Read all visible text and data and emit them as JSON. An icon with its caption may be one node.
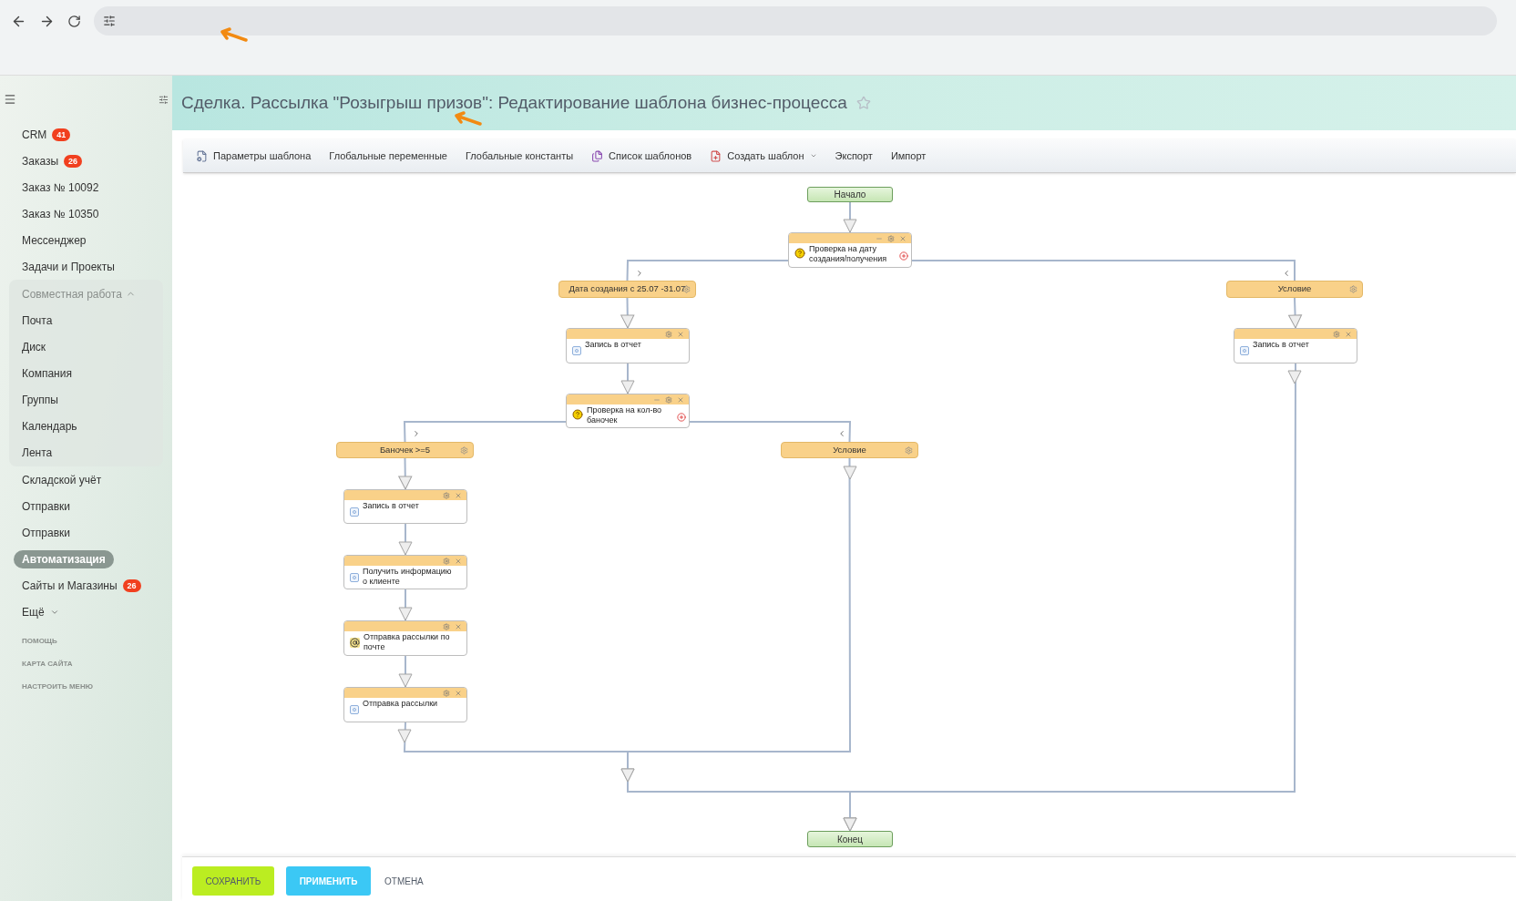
{
  "diagram": {
    "title": "Сделка. Рассылка \"Розыгрыш призов\": Редактирование шаблона бизнес-процесса",
    "nodes": [
      {
        "text": [
          "Начало"
        ]
      },
      {
        "text": [
          "Проверка на дату создания/получения"
        ]
      },
      {
        "text": [
          "Дата создания с 25.07 -31.07"
        ]
      },
      {
        "text": [
          "Условие"
        ]
      },
      {
        "text": [
          "Запись в отчет"
        ]
      },
      {
        "text": [
          "Запись в отчет"
        ]
      },
      {
        "text": [
          "Проверка на кол-во баночек"
        ]
      },
      {
        "text": [
          "Баночек >=5"
        ]
      },
      {
        "text": [
          "Условие"
        ]
      },
      {
        "text": [
          "Запись в отчет"
        ]
      },
      {
        "text": [
          "Получить информацию о клиенте"
        ]
      },
      {
        "text": [
          "Отправка рассылки по почте"
        ]
      },
      {
        "text": [
          "Отправка рассылки"
        ]
      },
      {
        "text": [
          "Конец"
        ]
      }
    ],
    "edges": [
      {
        "from": 0,
        "to": 1,
        "arrow": "to"
      },
      {
        "from": 1,
        "to": 2,
        "arrow": "none"
      },
      {
        "from": 1,
        "to": 3,
        "arrow": "none"
      },
      {
        "from": 2,
        "to": 4,
        "arrow": "to"
      },
      {
        "from": 4,
        "to": 6,
        "arrow": "to"
      },
      {
        "from": 3,
        "to": 5,
        "arrow": "to"
      },
      {
        "from": 6,
        "to": 7,
        "arrow": "none"
      },
      {
        "from": 6,
        "to": 8,
        "arrow": "none"
      },
      {
        "from": 7,
        "to": 9,
        "arrow": "to"
      },
      {
        "from": 9,
        "to": 10,
        "arrow": "to"
      },
      {
        "from": 10,
        "to": 11,
        "arrow": "to"
      },
      {
        "from": 11,
        "to": 12,
        "arrow": "to"
      },
      {
        "from": 12,
        "to": 13,
        "arrow": "to"
      },
      {
        "from": 8,
        "to": 13,
        "arrow": "to"
      },
      {
        "from": 5,
        "to": 13,
        "arrow": "to"
      }
    ],
    "labels": [
      "CRM",
      "41",
      "Заказы",
      "26",
      "Заказ № 10092",
      "Заказ № 10350",
      "Мессенджер",
      "Задачи и Проекты",
      "Совместная работа",
      "Почта",
      "Диск",
      "Компания",
      "Группы",
      "Календарь",
      "Лента",
      "Складской учёт",
      "Отправки",
      "Отправки",
      "Автоматизация",
      "Сайты и Магазины",
      "26",
      "Ещё",
      "ПОМОЩЬ",
      "КАРТА САЙТА",
      "НАСТРОИТЬ МЕНЮ",
      "Параметры шаблона",
      "Глобальные переменные",
      "Глобальные константы",
      "Список шаблонов",
      "Создать шаблон",
      "Экспорт",
      "Импорт",
      "СОХРАНИТЬ",
      "ПРИМЕНИТЬ",
      "ОТМЕНА"
    ]
  }
}
